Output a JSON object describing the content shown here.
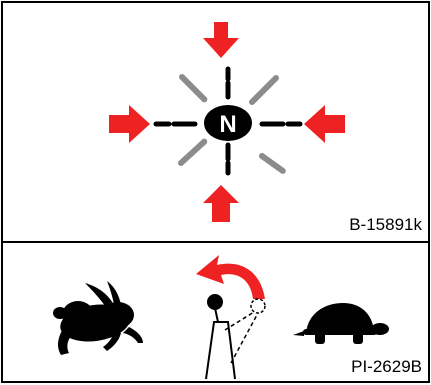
{
  "top_panel": {
    "center_letter": "N",
    "reference_code": "B-15891k",
    "icons": {
      "arrows": "red-arrow-icon",
      "center": "neutral-n-icon"
    }
  },
  "bottom_panel": {
    "reference_code": "PI-2629B",
    "icons": {
      "fast": "rabbit-icon",
      "slow": "turtle-icon",
      "lever": "throttle-lever-icon",
      "direction": "curved-arrow-icon"
    }
  },
  "colors": {
    "arrow_red": "#ee2222",
    "ink": "#000000",
    "ray_gray": "#8c8c8c"
  }
}
